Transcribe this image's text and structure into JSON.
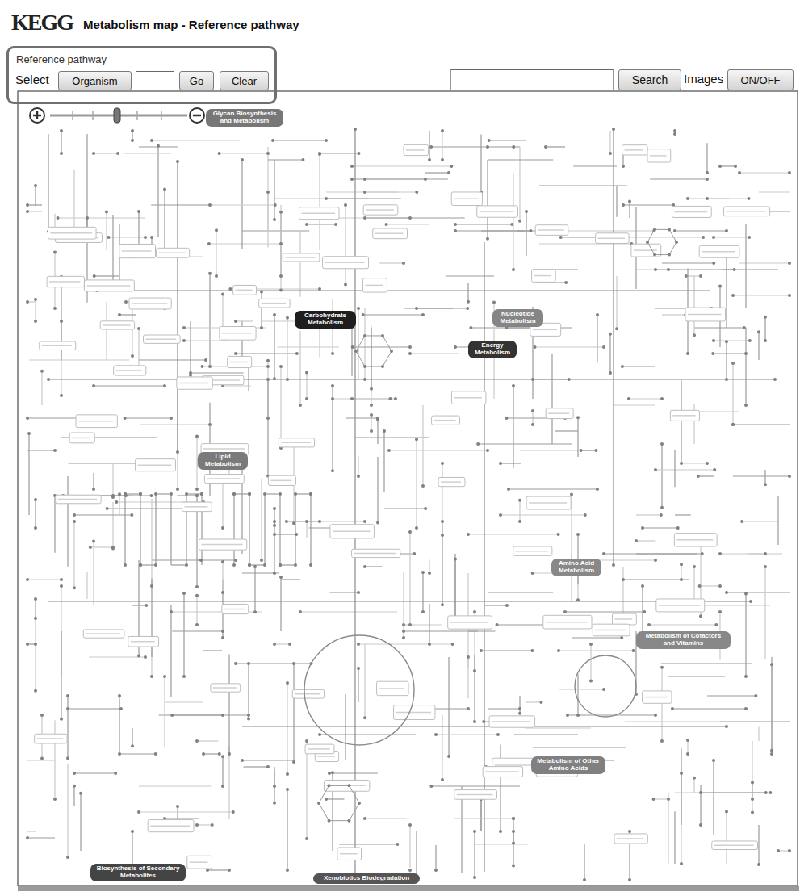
{
  "diagram": {
    "title": "Metabolism map - Reference pathway",
    "nodes": [
      {
        "text": [
          "Reference pathway",
          "Select"
        ]
      },
      {
        "text": [
          "Organism"
        ],
        "in": 0
      },
      {
        "text": [
          "Go"
        ],
        "in": 0
      },
      {
        "text": [
          "Clear"
        ],
        "in": 0
      },
      {
        "text": [
          "Search"
        ]
      },
      {
        "text": [
          "ON/OFF"
        ]
      },
      {
        "text": [
          "Glycan Biosynthesis and Metabolism"
        ]
      },
      {
        "text": [
          "Carbohydrate Metabolism"
        ]
      },
      {
        "text": [
          "Nucleotide Metabolism"
        ]
      },
      {
        "text": [
          "Energy Metabolism"
        ]
      },
      {
        "text": [
          "Lipid Metabolism"
        ]
      },
      {
        "text": [
          "Amino Acid Metabolism"
        ]
      },
      {
        "text": [
          "Metabolism of Cofactors and Vitamins"
        ]
      },
      {
        "text": [
          "Metabolism of Other Amino Acids"
        ]
      },
      {
        "text": [
          "Biosynthesis of Secondary Metabolites"
        ]
      },
      {
        "text": [
          "Xenobiotics Biodegradation"
        ]
      }
    ],
    "labels": [
      "KEGG",
      "Images"
    ]
  }
}
